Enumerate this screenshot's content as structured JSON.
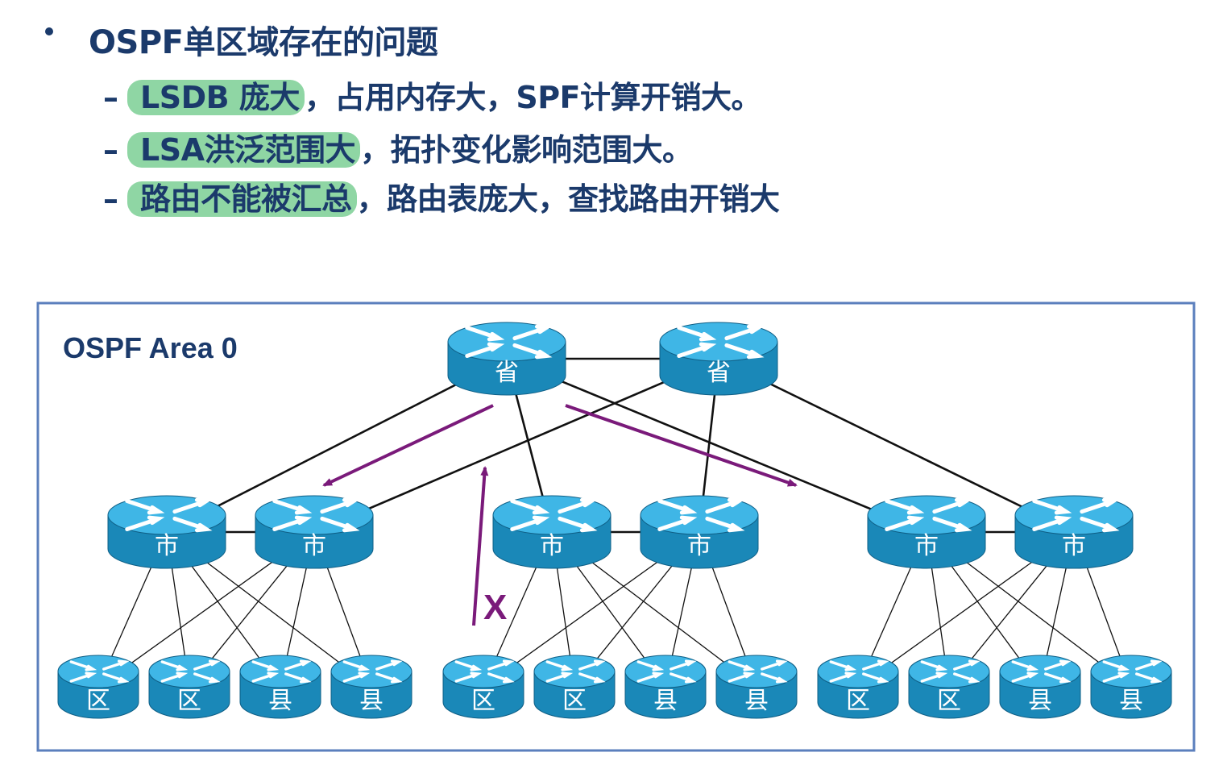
{
  "heading": {
    "title": "OSPF单区域存在的问题",
    "items": [
      {
        "highlight": "LSDB 庞大",
        "rest": "，占用内存大，SPF计算开销大。"
      },
      {
        "highlight": "LSA洪泛范围大",
        "rest": "，拓扑变化影响范围大。"
      },
      {
        "highlight": "路由不能被汇总",
        "rest": "，路由表庞大，查找路由开销大"
      }
    ]
  },
  "diagram": {
    "area_label": "OSPF Area 0",
    "x_mark": "X",
    "router_labels": {
      "province": "省",
      "city": "市",
      "district": "区",
      "county": "县"
    },
    "colors": {
      "router_body": "#1a88b8",
      "router_top": "#3fb6e6",
      "text_primary": "#1b3a6b",
      "highlight": "#8fd6a4",
      "arrow": "#7a1a7a",
      "frame": "#5b7fbd"
    }
  }
}
